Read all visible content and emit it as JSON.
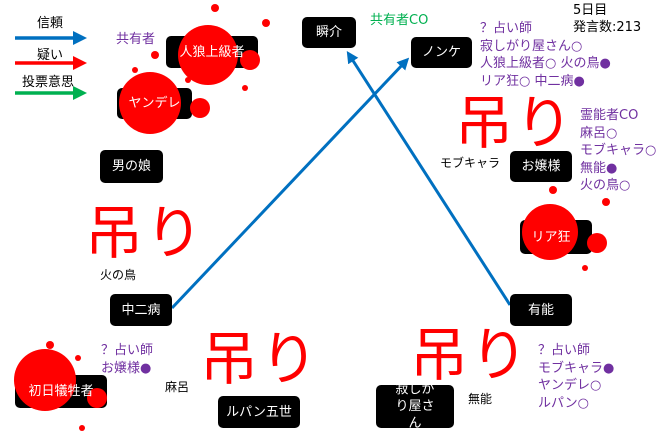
{
  "legend": [
    {
      "label": "信頼",
      "color": "#0070c0"
    },
    {
      "label": "疑い",
      "color": "#ff0000"
    },
    {
      "label": "投票意思",
      "color": "#00b050"
    }
  ],
  "status": {
    "day": "5日目",
    "posts": "発言数:213"
  },
  "nodes": {
    "werewolf": "人狼上級者",
    "yandere": "ヤンデレ",
    "shunsuke": "瞬介",
    "nonke": "ノンケ",
    "ojousama": "お嬢様",
    "riakyou": "リア狂",
    "otokonoko": "男の娘",
    "chuunibyou": "中二病",
    "yuunou": "有能",
    "first_victim": "初日犠牲者",
    "lupin": "ルパン五世",
    "sabishigari": "寂しがり屋さん"
  },
  "hanged": {
    "mob": "モブキャラ",
    "hinotori": "火の鳥",
    "maro": "麻呂",
    "munou": "無能",
    "mark": "吊り"
  },
  "notes": {
    "sharer": "共有者",
    "sharer_co": "共有者CO",
    "seer1": [
      "？占い師",
      "寂しがり屋さん○",
      "人狼上級者○ 火の鳥●",
      "リア狂○ 中二病●"
    ],
    "medium": [
      "霊能者CO",
      "麻呂○",
      "モブキャラ○",
      "無能●",
      "火の鳥○"
    ],
    "seer2": [
      "？占い師",
      "お嬢様●"
    ],
    "seer3": [
      "？占い師",
      "モブキャラ●",
      "ヤンデレ○",
      "ルパン○"
    ]
  }
}
